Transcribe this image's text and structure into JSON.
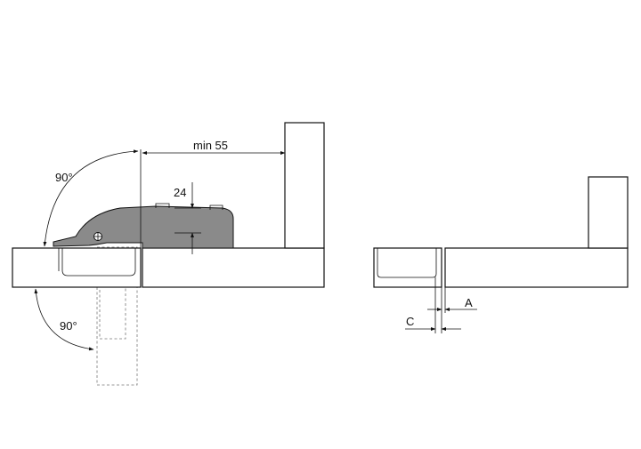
{
  "labels": {
    "opening_angle_top": "90°",
    "opening_angle_bottom": "90°",
    "min_clearance": "min 55",
    "height_offset": "24",
    "dim_a": "A",
    "dim_c": "C"
  }
}
